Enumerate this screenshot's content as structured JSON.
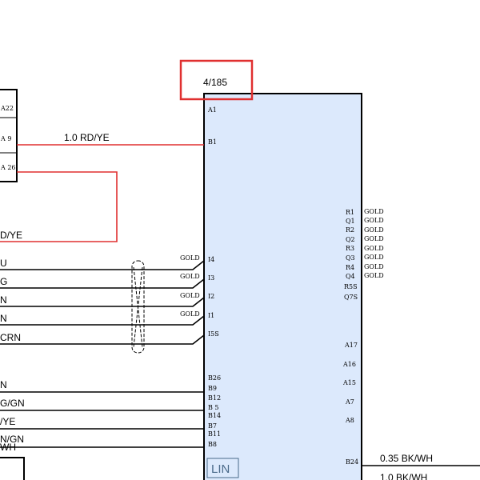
{
  "diagram": {
    "connector_ref": "4/185",
    "module_label": "LIN",
    "highlight_color": "#e03030",
    "module_fill": "#dce9fc",
    "left_connector_pins": [
      "A22",
      "A 9",
      "A 26"
    ],
    "left_pins": {
      "A1": "A1",
      "B1": "B1",
      "I4": "I4",
      "I3": "I3",
      "I2": "I2",
      "I1": "I1",
      "I5S": "I5S",
      "B26": "B26",
      "B9": "B9",
      "B12": "B12",
      "B5": "B 5",
      "B14": "B14",
      "B7": "B7",
      "B11": "B11",
      "B8": "B8"
    },
    "right_pins": {
      "R1": "R1",
      "Q1": "Q1",
      "R2": "R2",
      "Q2": "Q2",
      "R3": "R3",
      "Q3": "Q3",
      "R4": "R4",
      "Q4": "Q4",
      "R5S": "R5S",
      "Q7S": "Q7S",
      "A17": "A17",
      "A16": "A16",
      "A15": "A15",
      "A7": "A7",
      "A8": "A8",
      "B24": "B24"
    },
    "gold_label": "GOLD",
    "wires": {
      "b1": "1.0 RD/YE",
      "red_partial": "D/YE",
      "u": "U",
      "g": "G",
      "n1": "N",
      "n2": "N",
      "crn": "CRN",
      "n3": "N",
      "ggn": "G/GN",
      "yye": "/YE",
      "ngn": "N/GN",
      "wh": "WH",
      "b24": "0.35 BK/WH",
      "bottom": "1.0 BK/WH"
    }
  }
}
